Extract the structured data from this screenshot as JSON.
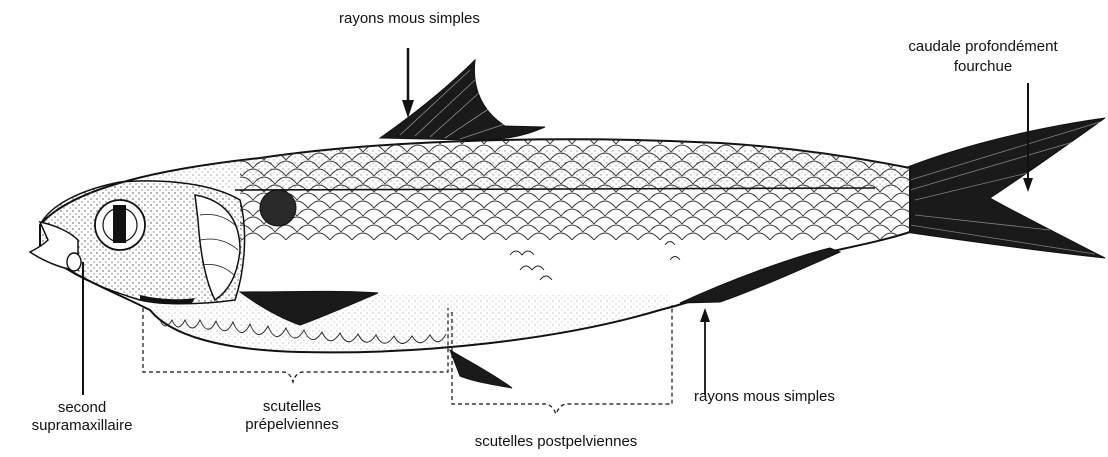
{
  "labels": {
    "dorsal_rays": "rayons mous simples",
    "caudal_line1": "caudale profondément",
    "caudal_line2": "fourchue",
    "supramax_line1": "second",
    "supramax_line2": "supramaxillaire",
    "prepelvic_line1": "scutelles",
    "prepelvic_line2": "prépelviennes",
    "anal_rays": "rayons mous simples",
    "postpelvic": "scutelles postpelviennes"
  },
  "colors": {
    "ink": "#111111",
    "background": "#ffffff"
  }
}
